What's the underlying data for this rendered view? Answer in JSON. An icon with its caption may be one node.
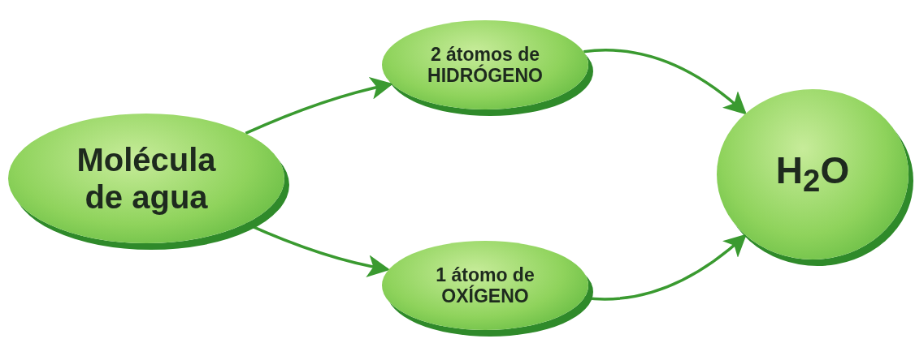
{
  "diagram": {
    "nodes": [
      {
        "text": [
          "Molécula de agua"
        ]
      },
      {
        "text": [
          "2 átomos de HIDRÓGENO"
        ]
      },
      {
        "text": [
          "1 átomo de OXÍGENO"
        ]
      },
      {
        "text": [
          "H$_{2}$O"
        ]
      }
    ],
    "edges": [
      {
        "from": 0,
        "to": 1,
        "arrow": "to"
      },
      {
        "from": 0,
        "to": 2,
        "arrow": "to"
      },
      {
        "from": 1,
        "to": 3,
        "arrow": "to"
      },
      {
        "from": 2,
        "to": 3,
        "arrow": "to"
      }
    ]
  }
}
